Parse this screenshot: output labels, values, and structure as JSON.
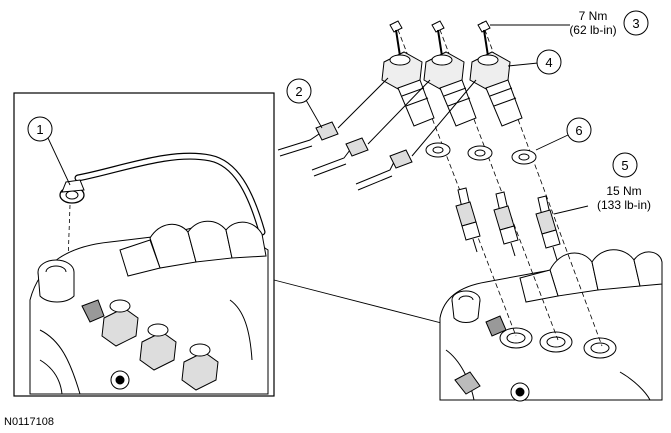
{
  "figure_id": "N0117108",
  "callouts": [
    {
      "number": "1"
    },
    {
      "number": "2"
    },
    {
      "number": "3",
      "spec": {
        "value": "7 Nm",
        "alt": "(62 lb-in)"
      }
    },
    {
      "number": "4"
    },
    {
      "number": "5",
      "spec": {
        "value": "15 Nm",
        "alt": "(133 lb-in)"
      }
    },
    {
      "number": "6"
    }
  ]
}
